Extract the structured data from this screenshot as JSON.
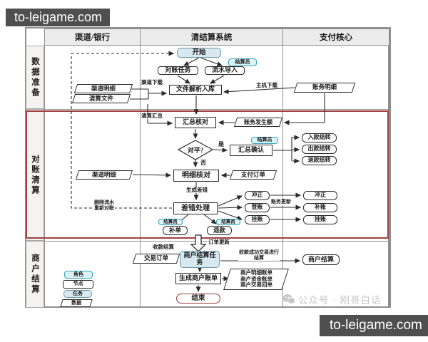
{
  "watermarks": {
    "top_left": "to-leigame.com",
    "bottom_right": "to-leigame.com",
    "wechat": "公众号 · 刚哥白话"
  },
  "header": {
    "col_channel": "渠道/银行",
    "col_clearing": "清结算系统",
    "col_payment": "支付核心"
  },
  "lanes": {
    "data_prep": "数据准备",
    "recon_clearing": "对账清算",
    "merchant_settle": "商户结算"
  },
  "nodes": {
    "start": "开始",
    "recon_task": "对账任务",
    "flow_import": "流水导入",
    "settler": "结算员",
    "file_parse": "文件解析入库",
    "channel_detail": "渠道明细",
    "clearing_file": "清算文件",
    "account_detail": "账务明细",
    "summary_check": "汇总核对",
    "account_amount": "账务发生额",
    "balanced_q": "对平?",
    "summary_confirm": "汇总确认",
    "in_transfer": "入款结转",
    "out_transfer": "出款结转",
    "refund_transfer": "退款结转",
    "detail_check": "明细核对",
    "pay_order": "支付订单",
    "error_handling": "差错处理",
    "reverse": "冲正",
    "register": "登账",
    "pending": "挂账",
    "supplement_acct": "补账",
    "supplement_order": "补单",
    "refund": "退款",
    "trade_order": "交易订单",
    "merchant_task": "商户结算任务",
    "merchant_settlement": "商户结算",
    "gen_merchant_bill": "生成商户账单",
    "bill_detail": "商户明细账单",
    "bill_fund": "商户资金账单",
    "bill_receipt": "商户交易回单",
    "end": "结束"
  },
  "edge_labels": {
    "channel_download": "渠道下载",
    "host_download": "主机下载",
    "clearing_summary": "清算汇总",
    "yes": "是",
    "no": "否",
    "gen_error": "生成差错",
    "delete_flow": "删除流水",
    "re_recon": "重新对账",
    "account_update": "账务更新",
    "receipt_settle": "收款结算",
    "order_update": "订单更新",
    "success_settle_1": "收款成功交易进行",
    "success_settle_2": "结算"
  },
  "legend": {
    "role": "角色",
    "node": "节点",
    "task": "任务",
    "data": "数据"
  },
  "colors": {
    "task_fill": "#d7e9ef",
    "role_border": "#35a3bd",
    "role_fill": "#dbf2f6",
    "red_highlight": "#a0413f",
    "end_border": "#9e3b3b",
    "watermark_bg": "#4f4f4f",
    "grid_gray": "#8f8f8f"
  }
}
